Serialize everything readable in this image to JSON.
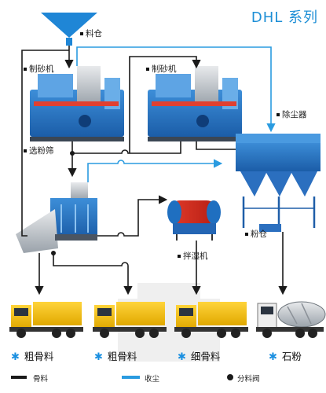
{
  "title": "DHL 系列",
  "labels": {
    "hopper": "料仓",
    "crusher1": "制砂机",
    "crusher2": "制砂机",
    "dust": "除尘器",
    "screen": "选粉筛",
    "silo": "粉仓",
    "mixer": "拌湿机"
  },
  "outputs": [
    "粗骨料",
    "粗骨料",
    "细骨料",
    "石粉"
  ],
  "legend": {
    "aggregate": "骨料",
    "dust": "收尘",
    "valve": "分料阀"
  },
  "colors": {
    "title": "#1e8fd6",
    "machine_blue": "#1f6fc0",
    "dust_line": "#2a9be0",
    "aggregate_line": "#1a1a1a",
    "truck_yellow": "#f2c200",
    "bullet": "#1a8fe0"
  }
}
